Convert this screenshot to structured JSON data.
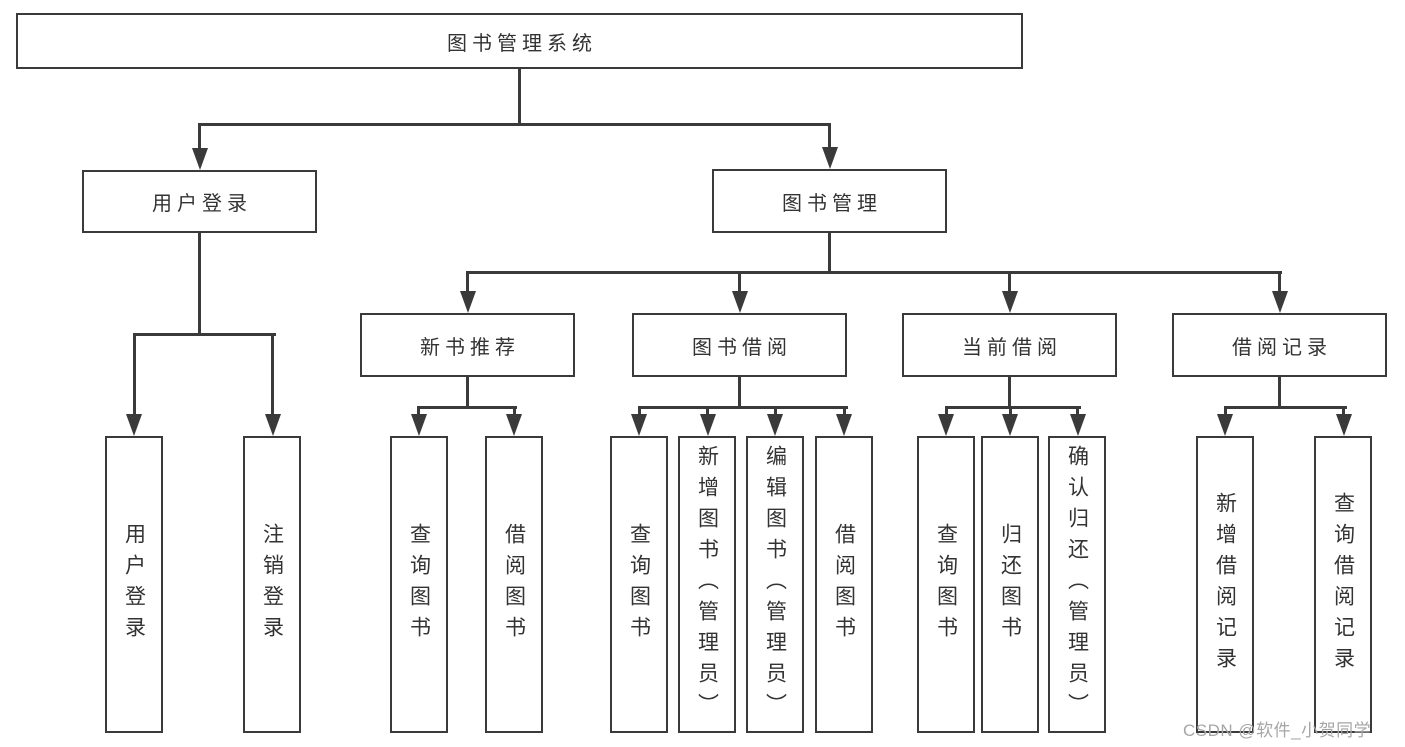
{
  "tree": {
    "label": "图书管理系统",
    "children": [
      {
        "label": "用户登录",
        "children": [
          {
            "label": "用户登录"
          },
          {
            "label": "注销登录"
          }
        ]
      },
      {
        "label": "图书管理",
        "children": [
          {
            "label": "新书推荐",
            "children": [
              {
                "label": "查询图书"
              },
              {
                "label": "借阅图书"
              }
            ]
          },
          {
            "label": "图书借阅",
            "children": [
              {
                "label": "查询图书"
              },
              {
                "label": "新增图书（管理员）"
              },
              {
                "label": "编辑图书（管理员）"
              },
              {
                "label": "借阅图书"
              }
            ]
          },
          {
            "label": "当前借阅",
            "children": [
              {
                "label": "查询图书"
              },
              {
                "label": "归还图书"
              },
              {
                "label": "确认归还（管理员）"
              }
            ]
          },
          {
            "label": "借阅记录",
            "children": [
              {
                "label": "新增借阅记录"
              },
              {
                "label": "查询借阅记录"
              }
            ]
          }
        ]
      }
    ]
  },
  "watermark": {
    "text": "CSDN @软件_小贺同学"
  },
  "colors": {
    "line": "#3a3a3a",
    "box_border": "#3a3a3a",
    "text": "#333333",
    "watermark": "#a6a6a6",
    "background": "#ffffff"
  }
}
